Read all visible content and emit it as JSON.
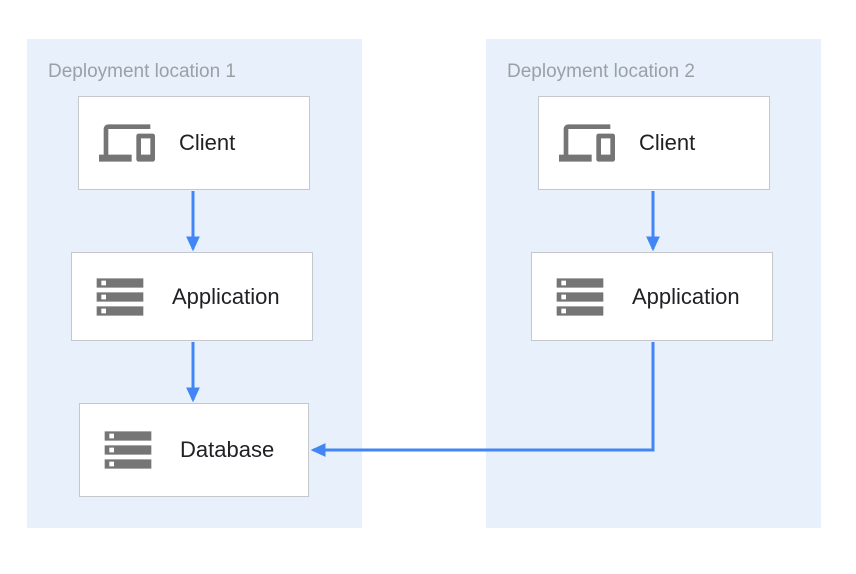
{
  "diagram": {
    "groups": [
      {
        "title": "Deployment location 1",
        "nodes": [
          {
            "label": "Client",
            "icon": "devices-icon"
          },
          {
            "label": "Application",
            "icon": "storage-icon"
          },
          {
            "label": "Database",
            "icon": "storage-icon"
          }
        ]
      },
      {
        "title": "Deployment location 2",
        "nodes": [
          {
            "label": "Client",
            "icon": "devices-icon"
          },
          {
            "label": "Application",
            "icon": "storage-icon"
          }
        ]
      }
    ],
    "connectors": [
      {
        "from": "client-1",
        "to": "application-1",
        "direction": "down"
      },
      {
        "from": "application-1",
        "to": "database-1",
        "direction": "down"
      },
      {
        "from": "client-2",
        "to": "application-2",
        "direction": "down"
      },
      {
        "from": "application-2",
        "to": "database-1",
        "direction": "down-then-left"
      }
    ],
    "colors": {
      "panel_bg": "#e8f1fb",
      "arrow": "#4285f4",
      "icon_gray": "#757575",
      "box_border": "#c4c7cb",
      "title_text": "#9aa0a6",
      "label_text": "#202124",
      "canvas_bg": "#ffffff"
    }
  }
}
